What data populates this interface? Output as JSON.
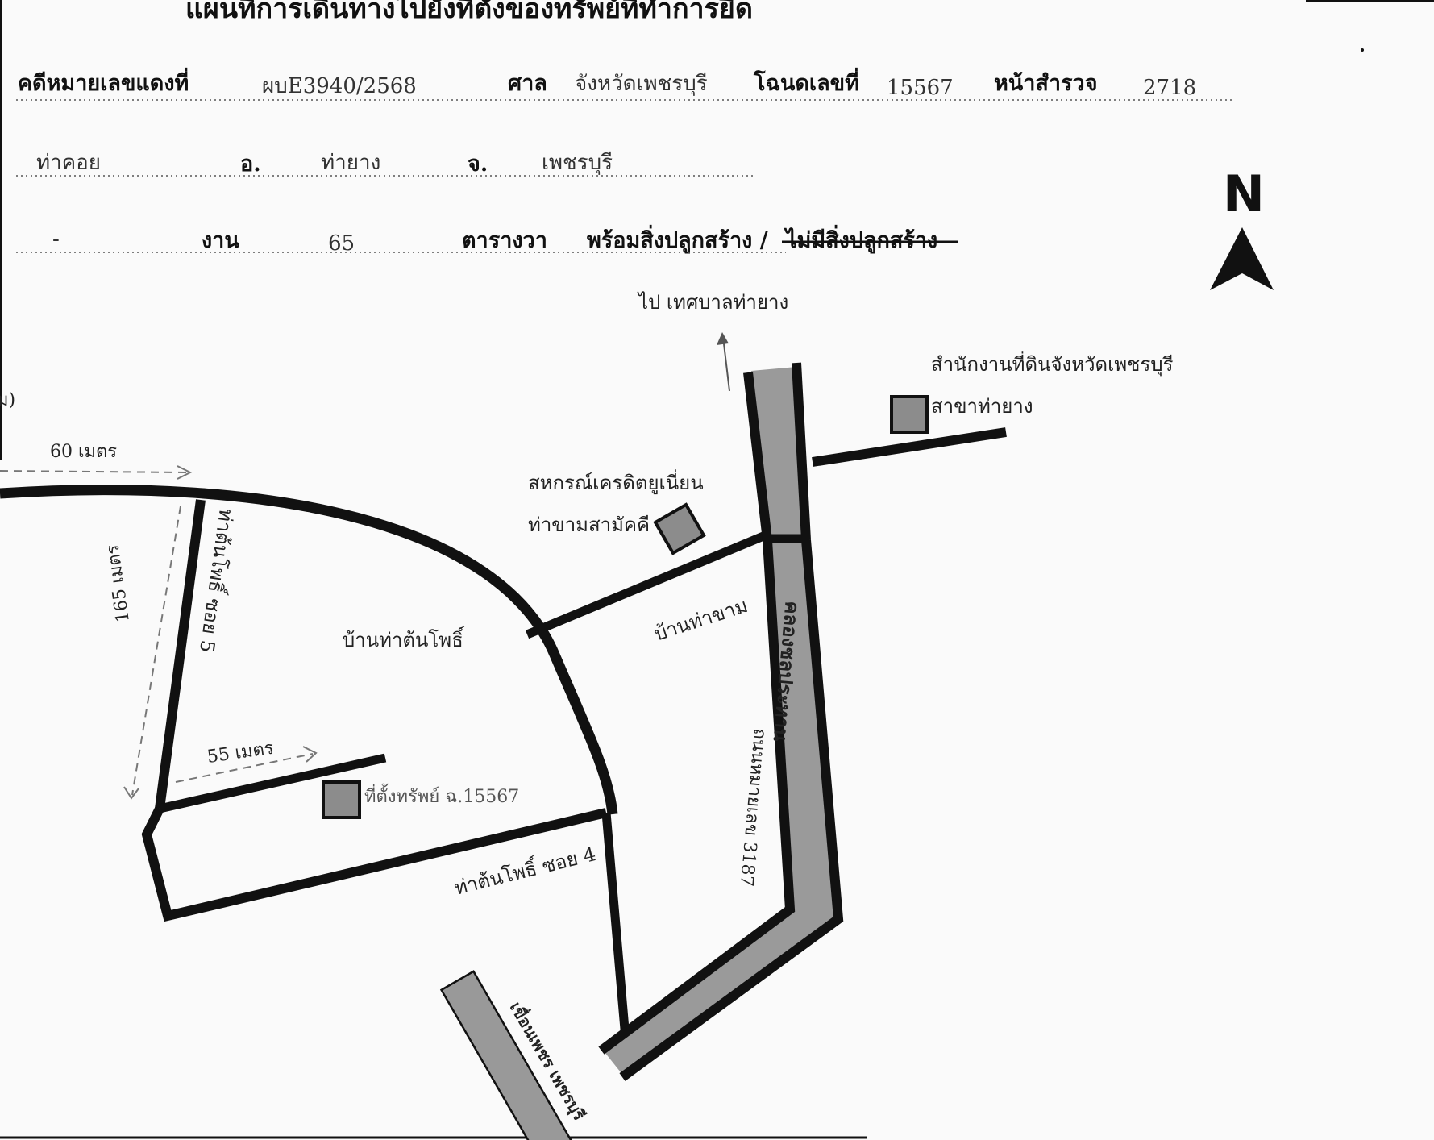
{
  "document": {
    "title": "แผนที่การเดินทางไปยังที่ตั้งของทรัพย์ที่ทำการยึด",
    "fields": {
      "case_label": "คดีหมายเลขแดงที่",
      "case_value": "ผบE3940/2568",
      "court_label": "ศาล",
      "court_value": "จังหวัดเพชรบุรี",
      "deed_label": "โฉนดเลขที่",
      "deed_value": "15567",
      "survey_label": "หน้าสำรวจ",
      "survey_value": "2718",
      "subdistrict_value": "ท่าคอย",
      "district_label": "อ.",
      "district_value": "ท่ายาง",
      "province_label": "จ.",
      "province_value": "เพชรบุรี",
      "rai_value": "-",
      "ngan_label": "งาน",
      "ngan_value": "65",
      "wa_label": "ตารางวา",
      "building_with": "พร้อมสิ่งปลูกสร้าง /",
      "building_without": "ไม่มีสิ่งปลูกสร้าง"
    }
  },
  "map": {
    "north_label": "N",
    "to_municipality": "ไป เทศบาลท่ายาง",
    "land_office_line1": "สำนักงานที่ดินจังหวัดเพชรบุรี",
    "land_office_line2": "สาขาท่ายาง",
    "coop_line1": "สหกรณ์เครดิตยูเนี่ยน",
    "coop_line2": "ท่าขามสามัคคี",
    "village_tha_ton_pho": "บ้านท่าต้นโพธิ์",
    "village_tha_kham": "บ้านท่าขาม",
    "soi5": "ท่าต้นโพธิ์ ซอย 5",
    "soi4": "ท่าต้นโพธิ์ ซอย 4",
    "canal": "คลองชลประทาน",
    "road_3187": "ถนนหมายเลข 3187",
    "dam": "เขื่อนเพชร เพชรบุรี",
    "property": "ที่ตั้งทรัพย์ ฉ.15567",
    "dist_60": "60 เมตร",
    "dist_165": "165 เมตร",
    "dist_55": "55 เมตร",
    "edge_fragment": "ม)"
  },
  "colors": {
    "road": "#111111",
    "canal_fill": "#9a9a9a",
    "building_fill": "#8c8c8c",
    "paper": "#fafafa"
  }
}
